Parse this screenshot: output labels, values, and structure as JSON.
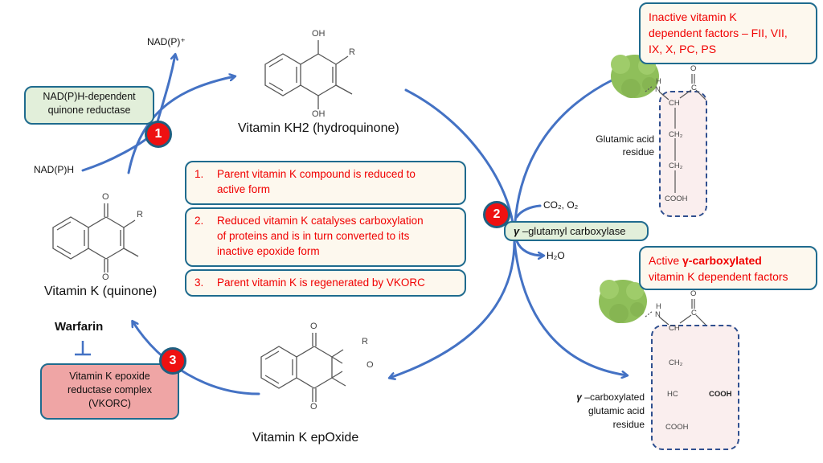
{
  "title": "Vitamin K cycle",
  "colors": {
    "arrow": "#4472c4",
    "badge": "#ee1111",
    "box_border": "#1f6b8e",
    "enzyme_fill": "#e2efda",
    "note_fill": "#fdf8ee",
    "note_text": "#f00000",
    "vkorc_fill": "#efa5a5",
    "residue_fill": "#faeeee",
    "protein": "#8fbf5a"
  },
  "cofactors": {
    "nadp_plus": "NAD(P)⁺",
    "nadph": "NAD(P)H",
    "co2_o2": "CO₂, O₂",
    "h2o": "H₂O"
  },
  "enzymes": {
    "quinone_reductase": [
      "NAD(P)H-dependent",
      "quinone reductase"
    ],
    "carboxylase_symbol": "γ",
    "carboxylase": " –glutamyl carboxylase",
    "vkorc": [
      "Vitamin K epoxide",
      "reductase complex",
      "(VKORC)"
    ]
  },
  "inhibitor": "Warfarin",
  "badges": [
    "1",
    "2",
    "3"
  ],
  "molecules": {
    "hydroquinone": {
      "label": "Vitamin KH2 (hydroquinone)",
      "atoms": {
        "top": "OH",
        "bottom": "OH",
        "r": "R"
      }
    },
    "quinone": {
      "label": "Vitamin K (quinone)",
      "atoms": {
        "top": "O",
        "bottom": "O",
        "r": "R"
      }
    },
    "epoxide": {
      "label": "Vitamin K epOxide",
      "atoms": {
        "top": "O",
        "bottom": "O",
        "r": "R",
        "ring_o": "O"
      }
    }
  },
  "steps": [
    {
      "num": "1.",
      "text": [
        "Parent vitamin K compound is reduced to",
        "active form"
      ]
    },
    {
      "num": "2.",
      "text": [
        "Reduced vitamin K catalyses carboxylation",
        "of proteins and is in turn converted to its",
        "inactive epoxide form"
      ]
    },
    {
      "num": "3.",
      "text": [
        "Parent vitamin K is regenerated by VKORC"
      ]
    }
  ],
  "inactive_factors": {
    "text": [
      "Inactive vitamin K",
      "dependent factors – FII, VII,",
      "IX, X, PC, PS"
    ],
    "residue_label": [
      "Glutamic acid",
      "residue"
    ],
    "atoms": {
      "o": "O",
      "c": "C",
      "nh_h": "H",
      "nh_n": "N",
      "ch": "CH",
      "ch2a": "CH₂",
      "ch2b": "CH₂",
      "cooh": "COOH"
    }
  },
  "active_factors": {
    "text_prefix": "Active ",
    "text_bold": "γ-carboxylated",
    "text_line2": "vitamin K dependent factors",
    "residue_label": [
      "–carboxylated",
      "glutamic acid",
      "residue"
    ],
    "residue_symbol": "γ",
    "atoms": {
      "o": "O",
      "c": "C",
      "nh_h": "H",
      "nh_n": "N",
      "ch": "CH",
      "ch2": "CH₂",
      "hc": "HC",
      "cooh_side": "COOH",
      "cooh": "COOH"
    }
  }
}
